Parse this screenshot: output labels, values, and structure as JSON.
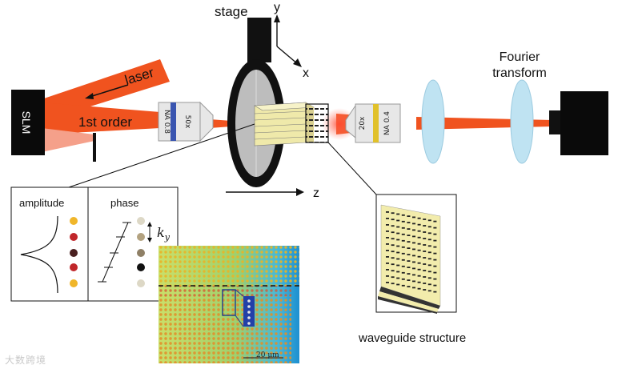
{
  "labels": {
    "stage": "stage",
    "axis_y": "y",
    "axis_x": "x",
    "axis_z": "z",
    "laser": "laser",
    "first_order": "1st order",
    "slm": "SLM",
    "fourier_line1": "Fourier",
    "fourier_line2": "transform",
    "obj1_mag": "50x",
    "obj1_na": "NA 0.8",
    "obj2_mag": "20x",
    "obj2_na": "NA 0.4",
    "amplitude": "amplitude",
    "phase": "phase",
    "ky": "k_y",
    "waveguide": "waveguide structure",
    "scalebar": "20 μm",
    "watermark": "大数跨境"
  },
  "colors": {
    "laser": "#f0531f",
    "laser_dim": "#f5a08a",
    "lens": "#bfe3f2",
    "na_blue": "#3a55b0",
    "na_yellow": "#e1c12a",
    "waveguide_fill": "#f2ecac",
    "amp_dots": [
      "#f0b62a",
      "#c0262a",
      "#4a2020",
      "#c0262a",
      "#f0b62a"
    ],
    "phase_dots": [
      "#ddd8c6",
      "#b3a280",
      "#8f8066",
      "#111111",
      "#ddd8c6"
    ]
  }
}
